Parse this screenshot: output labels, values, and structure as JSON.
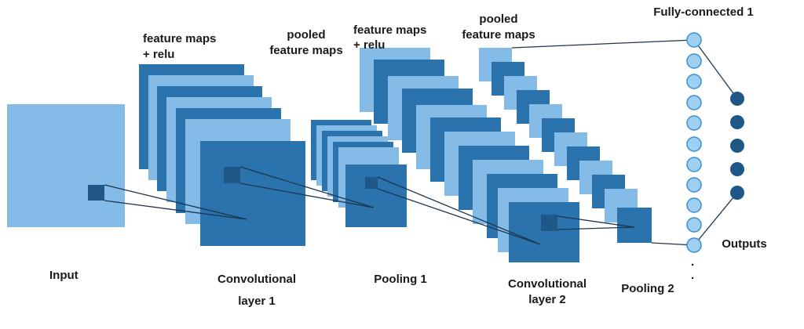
{
  "colors": {
    "light": "#85bbe7",
    "mid": "#3b8fcc",
    "dark": "#2b73ad",
    "darkest": "#1f5887",
    "node_light": "#9fd0f2",
    "node_dark": "#1f5887",
    "line": "#1b3550"
  },
  "labels": {
    "input": "Input",
    "conv1_line1": "Convolutional",
    "conv1_line2": "layer 1",
    "fm_relu1_line1": "feature maps",
    "fm_relu1_line2": "+ relu",
    "pooled1_line1": "pooled",
    "pooled1_line2": "feature maps",
    "fm_relu2_line1": "feature maps",
    "fm_relu2_line2": "+ relu",
    "pooled2_line1": "pooled",
    "pooled2_line2": "feature maps",
    "pool1": "Pooling 1",
    "conv2_line1": "Convolutional",
    "conv2_line2": "layer 2",
    "pool2": "Pooling 2",
    "fc": "Fully-connected 1",
    "outputs": "Outputs",
    "ellipsis": "."
  }
}
